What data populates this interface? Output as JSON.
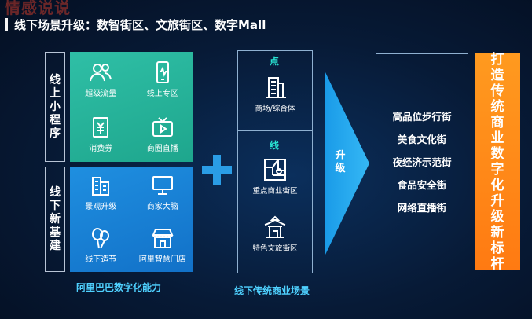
{
  "watermark": "情感说说",
  "title": "线下场景升级：数智街区、文旅街区、数字Mall",
  "online": {
    "label": "线上小程序",
    "items": [
      {
        "label": "超级流量",
        "icon": "users-icon"
      },
      {
        "label": "线上专区",
        "icon": "mobile-icon"
      },
      {
        "label": "消费券",
        "icon": "coupon-icon"
      },
      {
        "label": "商圈直播",
        "icon": "tv-icon"
      }
    ]
  },
  "offline": {
    "label": "线下新基建",
    "items": [
      {
        "label": "景观升级",
        "icon": "building-icon"
      },
      {
        "label": "商家大脑",
        "icon": "monitor-icon"
      },
      {
        "label": "线下造节",
        "icon": "balloon-icon"
      },
      {
        "label": "阿里智慧门店",
        "icon": "store-icon"
      }
    ]
  },
  "left_caption": "阿里巴巴数字化能力",
  "scenes": {
    "point_heading": "点",
    "line_heading": "线",
    "items": [
      {
        "label": "商场/综合体",
        "icon": "mall-icon"
      },
      {
        "label": "重点商业街区",
        "icon": "map-icon"
      },
      {
        "label": "特色文旅街区",
        "icon": "pavilion-icon"
      }
    ]
  },
  "middle_caption": "线下传统商业场景",
  "arrow_label": "升级",
  "results": [
    "高品位步行街",
    "美食文化街",
    "夜经济示范街",
    "食品安全街",
    "网络直播街"
  ],
  "goal": "打造传统商业数字化升级新标杆",
  "colors": {
    "online_panel": "#22b39a",
    "offline_panel": "#1a82d8",
    "caption": "#4fd1ff",
    "heading_accent": "#29e3d3",
    "goal_panel": "#ff8a18"
  }
}
